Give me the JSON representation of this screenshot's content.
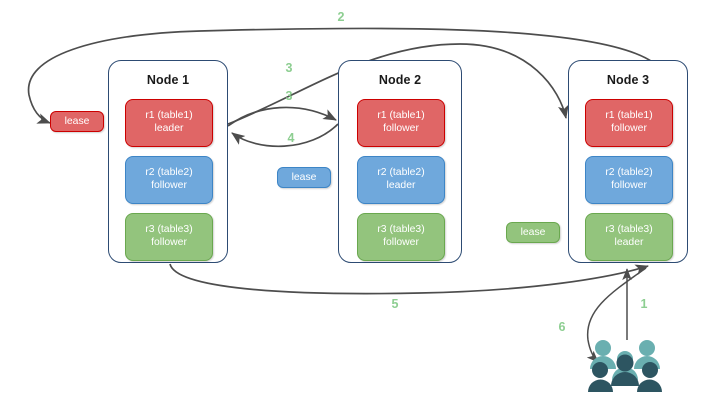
{
  "diagram": {
    "title": "Raft multi-replica lease / request routing diagram",
    "colors": {
      "red_fill": "#e06666",
      "red_border": "#cc0000",
      "blue_fill": "#6fa8dc",
      "blue_border": "#3d85c6",
      "green_fill": "#93c47d",
      "green_border": "#6aa84f",
      "node_border": "#2d4b73",
      "arrow": "#4d4d4d",
      "step_label": "#8dce91",
      "users_light": "#6aafb0",
      "users_dark": "#2d5561"
    }
  },
  "nodes": [
    {
      "id": "node1",
      "title": "Node 1",
      "replicas": [
        {
          "name": "r1 (table1)",
          "role": "leader",
          "color": "red"
        },
        {
          "name": "r2 (table2)",
          "role": "follower",
          "color": "blue"
        },
        {
          "name": "r3 (table3)",
          "role": "follower",
          "color": "green"
        }
      ]
    },
    {
      "id": "node2",
      "title": "Node 2",
      "replicas": [
        {
          "name": "r1 (table1)",
          "role": "follower",
          "color": "red"
        },
        {
          "name": "r2 (table2)",
          "role": "leader",
          "color": "blue"
        },
        {
          "name": "r3 (table3)",
          "role": "follower",
          "color": "green"
        }
      ]
    },
    {
      "id": "node3",
      "title": "Node 3",
      "replicas": [
        {
          "name": "r1 (table1)",
          "role": "follower",
          "color": "red"
        },
        {
          "name": "r2 (table2)",
          "role": "follower",
          "color": "blue"
        },
        {
          "name": "r3 (table3)",
          "role": "leader",
          "color": "green"
        }
      ]
    }
  ],
  "leases": [
    {
      "id": "lease-r1",
      "label": "lease",
      "color": "red"
    },
    {
      "id": "lease-r2",
      "label": "lease",
      "color": "blue"
    },
    {
      "id": "lease-r3",
      "label": "lease",
      "color": "green"
    }
  ],
  "steps": [
    {
      "id": "step-1",
      "label": "1"
    },
    {
      "id": "step-2",
      "label": "2"
    },
    {
      "id": "step-3a",
      "label": "3"
    },
    {
      "id": "step-3b",
      "label": "3"
    },
    {
      "id": "step-4",
      "label": "4"
    },
    {
      "id": "step-5",
      "label": "5"
    },
    {
      "id": "step-6",
      "label": "6"
    }
  ],
  "icons": {
    "users": "users-group-icon"
  }
}
